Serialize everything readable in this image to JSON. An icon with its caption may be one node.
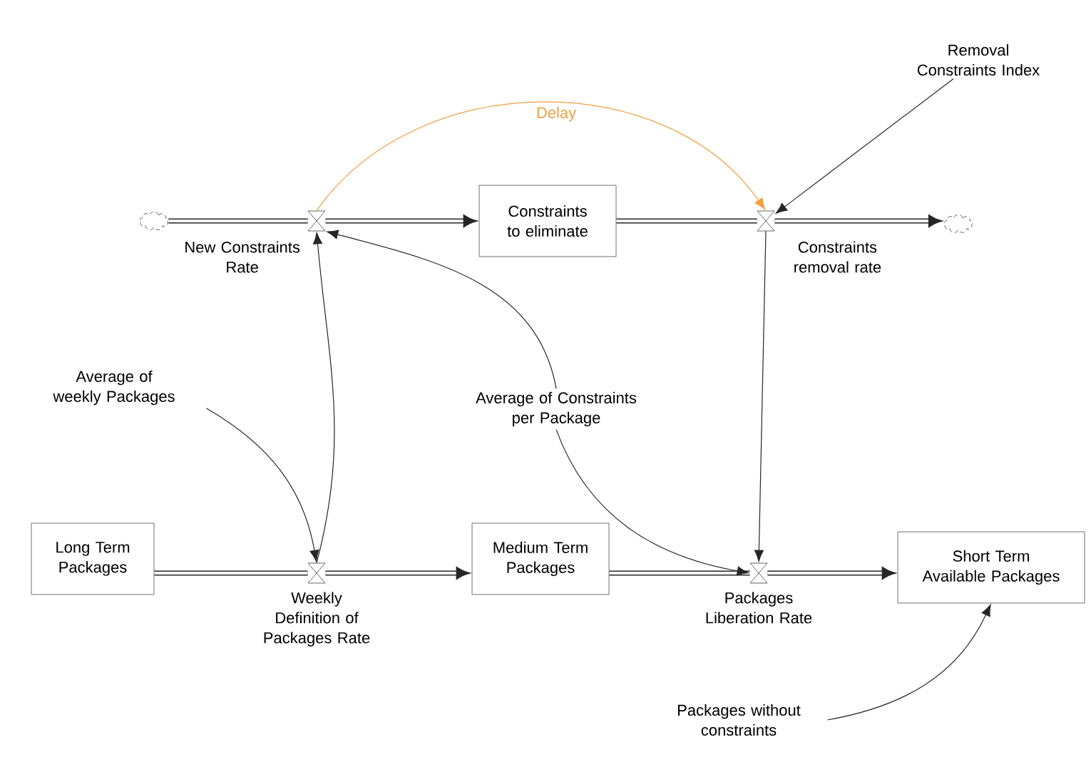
{
  "diagram": {
    "nodes": [
      {
        "text": [],
        "shape": "cloud"
      },
      {
        "text": [],
        "shape": "valve",
        "beside": [
          "New Constraints Rate"
        ]
      },
      {
        "text": [
          "Constraints to eliminate"
        ]
      },
      {
        "text": [],
        "shape": "valve",
        "beside": [
          "Constraints removal rate"
        ]
      },
      {
        "text": [],
        "shape": "cloud"
      },
      {
        "text": [
          "Removal Constraints Index"
        ]
      },
      {
        "text": [
          "Average of weekly Packages"
        ]
      },
      {
        "text": [
          "Average of Constraints per Package"
        ]
      },
      {
        "text": [
          "Long Term Packages"
        ]
      },
      {
        "text": [],
        "shape": "valve",
        "beside": [
          "Weekly Definition of Packages Rate"
        ]
      },
      {
        "text": [
          "Medium Term Packages"
        ]
      },
      {
        "text": [],
        "shape": "valve",
        "beside": [
          "Packages Liberation Rate"
        ]
      },
      {
        "text": [
          "Short Term Available Packages"
        ]
      },
      {
        "text": [
          "Packages without constraints"
        ]
      }
    ],
    "edges": [
      {
        "from": 0,
        "to": 1,
        "arrow": "none",
        "style": "thick"
      },
      {
        "from": 1,
        "to": 2,
        "arrow": "to",
        "style": "thick"
      },
      {
        "from": 2,
        "to": 3,
        "arrow": "none",
        "style": "thick"
      },
      {
        "from": 3,
        "to": 4,
        "arrow": "to",
        "style": "thick"
      },
      {
        "from": 8,
        "to": 9,
        "arrow": "none",
        "style": "thick"
      },
      {
        "from": 9,
        "to": 10,
        "arrow": "to",
        "style": "thick"
      },
      {
        "from": 10,
        "to": 11,
        "arrow": "none",
        "style": "thick"
      },
      {
        "from": 11,
        "to": 12,
        "arrow": "to",
        "style": "thick"
      },
      {
        "from": 1,
        "to": 3,
        "arrow": "to",
        "label": "Delay",
        "color": "#f0a040"
      },
      {
        "from": 5,
        "to": 3,
        "arrow": "to"
      },
      {
        "from": 9,
        "to": 1,
        "arrow": "to"
      },
      {
        "from": 7,
        "to": 1,
        "arrow": "to"
      },
      {
        "from": 6,
        "to": 9,
        "arrow": "to"
      },
      {
        "from": 7,
        "to": 11,
        "arrow": "to"
      },
      {
        "from": 3,
        "to": 11,
        "arrow": "to"
      },
      {
        "from": 13,
        "to": 12,
        "arrow": "to"
      }
    ]
  }
}
